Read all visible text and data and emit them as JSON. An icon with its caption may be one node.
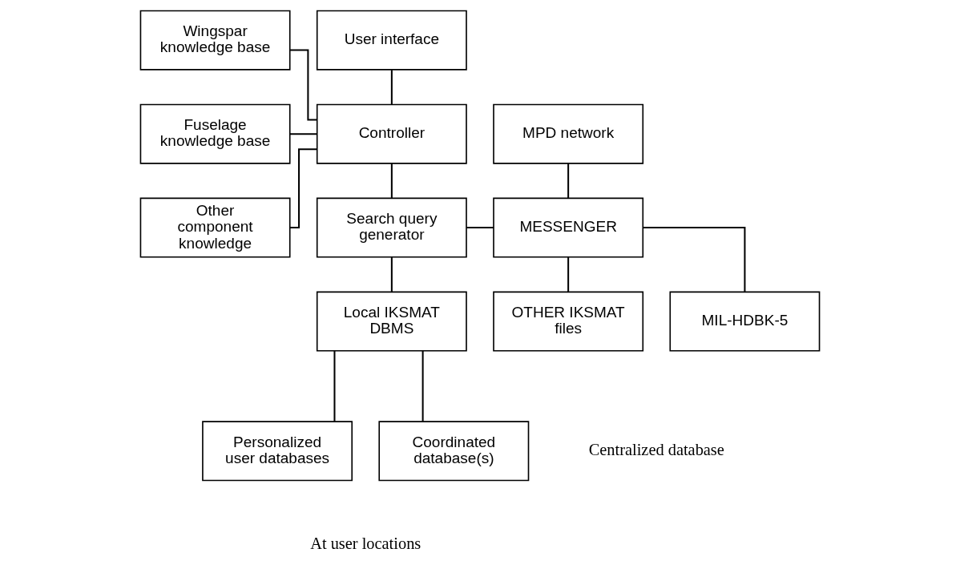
{
  "diagram": {
    "nodes": [
      {
        "text": [
          "User interface"
        ]
      },
      {
        "text": [
          "Wingspar knowledge base"
        ]
      },
      {
        "text": [
          "Controller"
        ]
      },
      {
        "text": [
          "Fuselage knowledge base"
        ]
      },
      {
        "text": [
          "Other component knowledge"
        ]
      },
      {
        "text": [
          "Search query generator"
        ]
      },
      {
        "text": [
          "MPD network"
        ]
      },
      {
        "text": [
          "MESSENGER"
        ]
      },
      {
        "text": [
          "Local IKSMAT DBMS"
        ]
      },
      {
        "text": [
          "MIL-HDBK-5"
        ]
      },
      {
        "text": [
          "OTHER IKSMAT files"
        ]
      },
      {
        "text": [
          "Personalized user databases"
        ]
      },
      {
        "text": [
          "Coordinated database(s)"
        ]
      }
    ],
    "edges": [
      {
        "from": 0,
        "to": 2,
        "arrow": "none"
      },
      {
        "from": 1,
        "to": 2,
        "arrow": "none"
      },
      {
        "from": 3,
        "to": 2,
        "arrow": "none"
      },
      {
        "from": 4,
        "to": 2,
        "arrow": "none"
      },
      {
        "from": 2,
        "to": 5,
        "arrow": "none"
      },
      {
        "from": 5,
        "to": 7,
        "arrow": "none"
      },
      {
        "from": 6,
        "to": 7,
        "arrow": "none"
      },
      {
        "from": 5,
        "to": 8,
        "arrow": "none"
      },
      {
        "from": 7,
        "to": 9,
        "arrow": "none"
      },
      {
        "from": 7,
        "to": 10,
        "arrow": "none"
      },
      {
        "from": 8,
        "to": 11,
        "arrow": "none"
      },
      {
        "from": 8,
        "to": 12,
        "arrow": "none"
      }
    ],
    "labels": [
      "At user locations",
      "Centralized database"
    ]
  }
}
